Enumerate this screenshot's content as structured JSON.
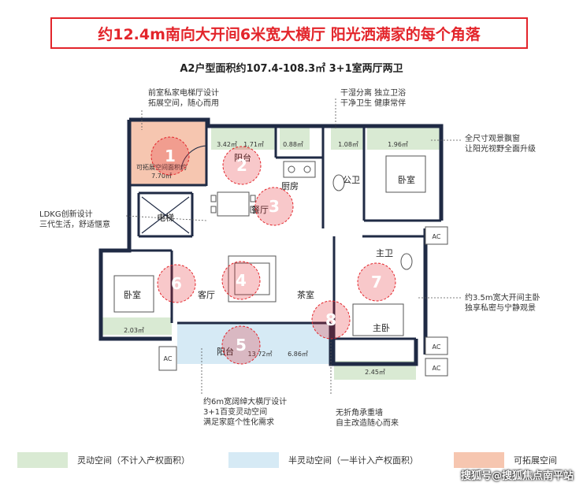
{
  "headline": "约12.4m南向大开间6米宽大横厅  阳光洒满家的每个角落",
  "subtitle": "A2户型面积约107.4-108.3㎡ 3+1室两厅两卫",
  "colors": {
    "accent": "#e3252b",
    "flex": "#d9ead3",
    "semi": "#d6eaf5",
    "expand": "#f6c6b0",
    "wall": "#1f2a44"
  },
  "rooms": {
    "balcony_n": "阳台",
    "kitchen": "厨房",
    "dining": "餐厅",
    "elevator": "电梯",
    "public_bath": "公卫",
    "bedroom_ne": "卧室",
    "master_bath": "主卫",
    "living": "客厅",
    "tea": "茶室",
    "bedroom_w": "卧室",
    "master_bed": "主卧",
    "balcony_s": "阳台",
    "ac1": "AC",
    "ac2": "AC",
    "ac3": "AC",
    "ac4": "AC"
  },
  "area_labels": {
    "a1": "3.42㎡",
    "a2": "1.71㎡",
    "a3": "0.88㎡",
    "a4": "1.08㎡",
    "a5": "1.96㎡",
    "a6": "2.03㎡",
    "a7": "13.72㎡",
    "a8": "6.86㎡",
    "a9": "2.45㎡",
    "a10": "7.70㎡",
    "a10_caption": "可拓展空间面积约"
  },
  "markers": [
    "1",
    "2",
    "3",
    "4",
    "5",
    "6",
    "7",
    "8"
  ],
  "annotations": {
    "front_l1": "前室私家电梯厅设计",
    "front_l2": "拓展空间，随心而用",
    "bath_l1": "干湿分离  独立卫浴",
    "bath_l2": "干净卫生  健康常伴",
    "window_l1": "全尺寸观景飘窗",
    "window_l2": "让阳光视野全面升级",
    "ldkg_l1": "LDKG创新设计",
    "ldkg_l2": "三代生活，舒适惬意",
    "master_l1": "约3.5m宽大开间主卧",
    "master_l2": "独享私密与宁静观景",
    "hall_l1": "约6m宽阔绰大横厅设计",
    "hall_l2": "3+1百变灵动空间",
    "hall_l3": "满足家庭个性化需求",
    "free_l1": "无折角承重墙",
    "free_l2": "自主改造随心而来"
  },
  "legend": [
    {
      "label": "灵动空间（不计入产权面积）",
      "color": "#d9ead3"
    },
    {
      "label": "半灵动空间（一半计入产权面积）",
      "color": "#d6eaf5"
    },
    {
      "label": "可拓展空间",
      "color": "#f6c6b0"
    }
  ],
  "watermark": "搜狐号@搜狐焦点南平站"
}
